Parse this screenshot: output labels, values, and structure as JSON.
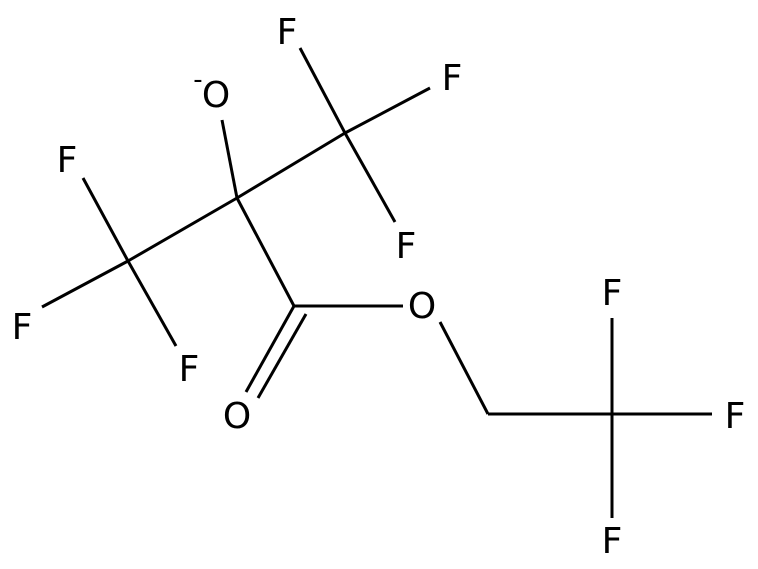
{
  "molecule": {
    "atoms": {
      "o_minus": "O",
      "o_minus_charge": "-",
      "f_top_1": "F",
      "f_top_2": "F",
      "f_top_3": "F",
      "f_left_1": "F",
      "f_left_2": "F",
      "f_left_3": "F",
      "o_carbonyl": "O",
      "o_ester": "O",
      "f_right_1": "F",
      "f_right_2": "F",
      "f_right_3": "F"
    }
  }
}
